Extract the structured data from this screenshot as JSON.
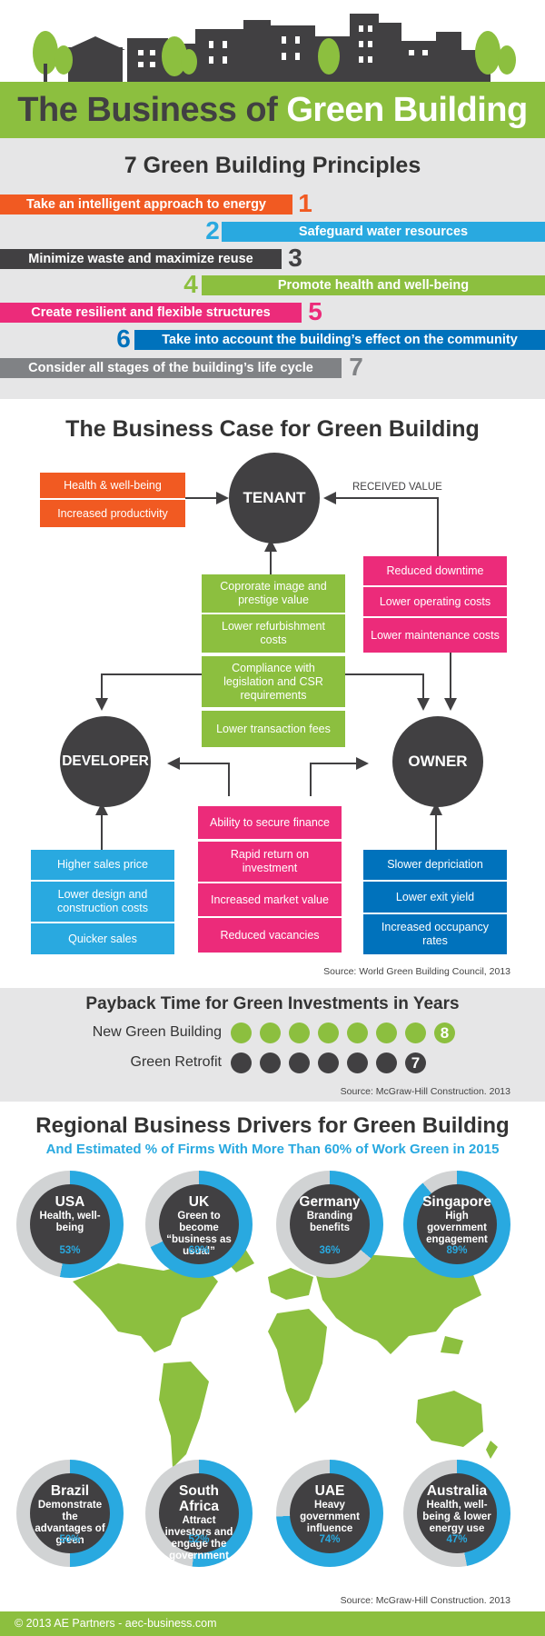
{
  "header": {
    "title_part1": "The Business of ",
    "title_part2": "Green Building"
  },
  "principles": {
    "heading": "7 Green Building Principles",
    "items": [
      {
        "num": "1",
        "text": "Take an intelligent approach to energy",
        "color": "#f15a22"
      },
      {
        "num": "2",
        "text": "Safeguard water resources",
        "color": "#29a9e0"
      },
      {
        "num": "3",
        "text": "Minimize waste and maximize reuse",
        "color": "#414042"
      },
      {
        "num": "4",
        "text": "Promote health and well-being",
        "color": "#8cbf3f"
      },
      {
        "num": "5",
        "text": "Create resilient and flexible structures",
        "color": "#ec2b7a"
      },
      {
        "num": "6",
        "text": "Take into account the building’s effect on the  community",
        "color": "#0072bc"
      },
      {
        "num": "7",
        "text": "Consider all stages of the building’s life cycle",
        "color": "#808285"
      }
    ]
  },
  "business_case": {
    "heading": "The Business Case for Green Building",
    "tenant": "TENANT",
    "developer": "DEVELOPER",
    "owner": "OWNER",
    "received_value": "RECEIVED VALUE",
    "tenant_boxes": [
      "Health & well-being",
      "Increased productivity"
    ],
    "center_boxes": [
      "Coprorate image and prestige value",
      "Lower refurbishment costs",
      "Compliance with legislation and CSR requirements",
      "Lower transaction fees"
    ],
    "owner_top_boxes": [
      "Reduced downtime",
      "Lower operating costs",
      "Lower maintenance costs"
    ],
    "developer_boxes": [
      "Higher sales price",
      "Lower design and construction costs",
      "Quicker sales"
    ],
    "middle_bottom_boxes": [
      "Ability to secure finance",
      "Rapid return on investment",
      "Increased market value",
      "Reduced vacancies"
    ],
    "owner_bottom_boxes": [
      "Slower depriciation",
      "Lower exit yield",
      "Increased occupancy rates"
    ],
    "source": "Source: World Green Building Council, 2013"
  },
  "payback": {
    "heading": "Payback Time for Green Investments in Years",
    "rows": [
      {
        "label": "New Green Building",
        "years": 8,
        "value_text": "8"
      },
      {
        "label": "Green Retrofit",
        "years": 7,
        "value_text": "7"
      }
    ],
    "source": "Source: McGraw-Hill Construction. 2013"
  },
  "regional": {
    "heading": "Regional Business Drivers for Green Building",
    "subheading": "And Estimated % of Firms With More Than 60% of Work Green in 2015",
    "regions": [
      {
        "name": "USA",
        "desc": "Health, well-being",
        "pct": 53,
        "pct_text": "53%"
      },
      {
        "name": "UK",
        "desc": "Green to become “business as usual”",
        "pct": 68,
        "pct_text": "68%"
      },
      {
        "name": "Germany",
        "desc": "Branding benefits",
        "pct": 36,
        "pct_text": "36%"
      },
      {
        "name": "Singapore",
        "desc": "High government engagement",
        "pct": 89,
        "pct_text": "89%"
      },
      {
        "name": "Brazil",
        "desc": "Demonstrate the advantages of green",
        "pct": 50,
        "pct_text": "50%"
      },
      {
        "name": "South Africa",
        "desc": "Attract investors and engage the government",
        "pct": 52,
        "pct_text": "52%"
      },
      {
        "name": "UAE",
        "desc": "Heavy government influence",
        "pct": 74,
        "pct_text": "74%"
      },
      {
        "name": "Australia",
        "desc": "Health, well-being & lower energy use",
        "pct": 47,
        "pct_text": "47%"
      }
    ],
    "source": "Source: McGraw-Hill Construction. 2013"
  },
  "footer": {
    "text": "© 2013 AE Partners - aec-business.com"
  },
  "colors": {
    "green": "#8cbf3f",
    "dark": "#414042",
    "orange": "#f15a22",
    "pink": "#ec2b7a",
    "blue": "#0072bc",
    "light_blue": "#29a9e0",
    "grey": "#808285"
  }
}
